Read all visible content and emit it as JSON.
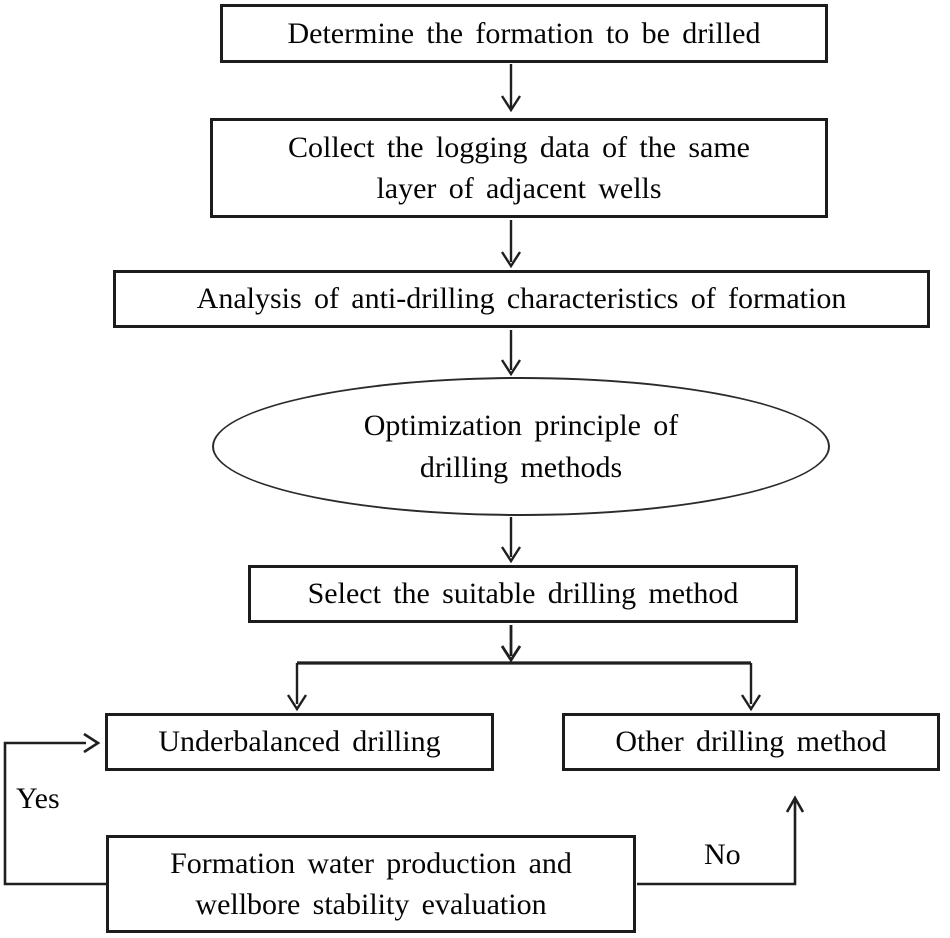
{
  "diagram": {
    "type": "flowchart",
    "subject": "Drilling method optimization and selection workflow",
    "colors": {
      "background": "#ffffff",
      "stroke": "#1f1f1f",
      "text": "#050505"
    },
    "nodes": {
      "determine": {
        "shape": "rect",
        "label": "Determine the formation to be drilled"
      },
      "collect": {
        "shape": "rect",
        "label": "Collect the logging data of the same\nlayer of adjacent wells"
      },
      "analysis": {
        "shape": "rect",
        "label": "Analysis of anti-drilling characteristics of formation"
      },
      "optimize": {
        "shape": "ellipse",
        "label": "Optimization principle of\ndrilling methods"
      },
      "select": {
        "shape": "rect",
        "label": "Select the suitable drilling method"
      },
      "underbalanced": {
        "shape": "rect",
        "label": "Underbalanced drilling"
      },
      "other": {
        "shape": "rect",
        "label": "Other drilling method"
      },
      "evaluation": {
        "shape": "rect",
        "label": "Formation water production and\nwellbore stability evaluation"
      }
    },
    "edges": [
      {
        "from": "determine",
        "to": "collect"
      },
      {
        "from": "collect",
        "to": "analysis"
      },
      {
        "from": "analysis",
        "to": "optimize"
      },
      {
        "from": "optimize",
        "to": "select"
      },
      {
        "from": "select",
        "to": "underbalanced"
      },
      {
        "from": "select",
        "to": "other"
      },
      {
        "from": "underbalanced",
        "to": "evaluation"
      },
      {
        "from": "evaluation",
        "to": "underbalanced",
        "label": "Yes"
      },
      {
        "from": "evaluation",
        "to": "other",
        "label": "No"
      }
    ],
    "edge_labels": {
      "yes": "Yes",
      "no": "No"
    }
  }
}
